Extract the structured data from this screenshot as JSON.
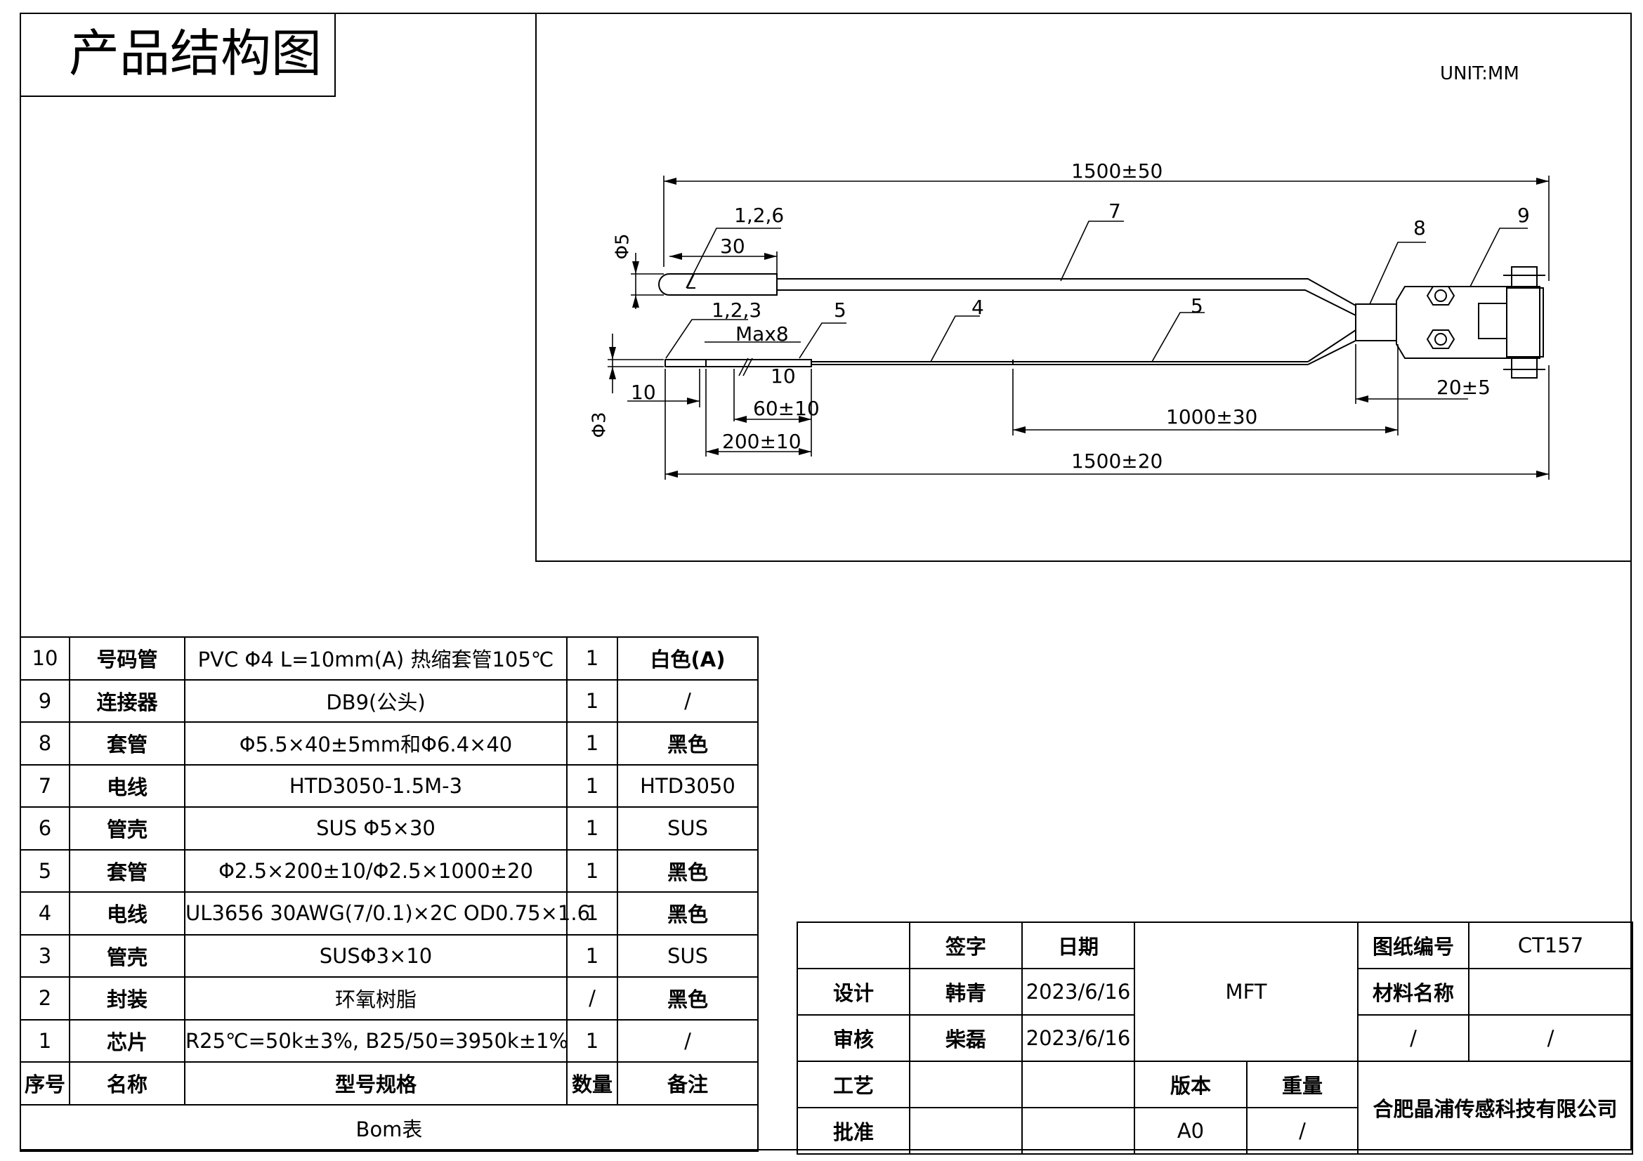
{
  "header": {
    "title": "产品结构图"
  },
  "drawing": {
    "unit": "UNIT:MM",
    "dims": {
      "total_top": "1500±50",
      "total_bottom": "1500±20",
      "sleeve_long": "1000±30",
      "sleeve_short": "200±10",
      "shell_len": "30",
      "tip_len": "10",
      "max8": "Max8",
      "label_len": "60±10",
      "label_w": "10",
      "tube_len": "20±5",
      "dia5": "Φ5",
      "dia3": "Φ3"
    },
    "callouts": {
      "c126": "1,2,6",
      "c123": "1,2,3",
      "c7": "7",
      "c8": "8",
      "c9": "9",
      "c4": "4",
      "c5a": "5",
      "c5b": "5"
    }
  },
  "bom": {
    "caption": "Bom表",
    "headers": [
      "序号",
      "名称",
      "型号规格",
      "数量",
      "备注"
    ],
    "rows": [
      [
        "10",
        "号码管",
        "PVC Φ4 L=10mm(A) 热缩套管105℃",
        "1",
        "白色(A)"
      ],
      [
        "9",
        "连接器",
        "DB9(公头)",
        "1",
        "/"
      ],
      [
        "8",
        "套管",
        "Φ5.5×40±5mm和Φ6.4×40",
        "1",
        "黑色"
      ],
      [
        "7",
        "电线",
        "HTD3050-1.5M-3",
        "1",
        "HTD3050"
      ],
      [
        "6",
        "管壳",
        "SUS Φ5×30",
        "1",
        "SUS"
      ],
      [
        "5",
        "套管",
        "Φ2.5×200±10/Φ2.5×1000±20",
        "1",
        "黑色"
      ],
      [
        "4",
        "电线",
        "UL3656 30AWG(7/0.1)×2C OD0.75×1.6",
        "1",
        "黑色"
      ],
      [
        "3",
        "管壳",
        "SUSΦ3×10",
        "1",
        "SUS"
      ],
      [
        "2",
        "封装",
        "环氧树脂",
        "/",
        "黑色"
      ],
      [
        "1",
        "芯片",
        "R25℃=50k±3%, B25/50=3950k±1%",
        "1",
        "/"
      ]
    ]
  },
  "titleblock": {
    "sign": "签字",
    "date": "日期",
    "design": "设计",
    "designer": "韩青",
    "design_date": "2023/6/16",
    "review": "审核",
    "reviewer": "柴磊",
    "review_date": "2023/6/16",
    "process": "工艺",
    "approve": "批准",
    "product": "MFT",
    "version_label": "版本",
    "version": "A0",
    "weight_label": "重量",
    "weight": "/",
    "drawing_no_label": "图纸编号",
    "drawing_no": "CT157",
    "material_label": "材料名称",
    "material_a": "/",
    "material_b": "/",
    "company": "合肥晶浦传感科技有限公司"
  }
}
